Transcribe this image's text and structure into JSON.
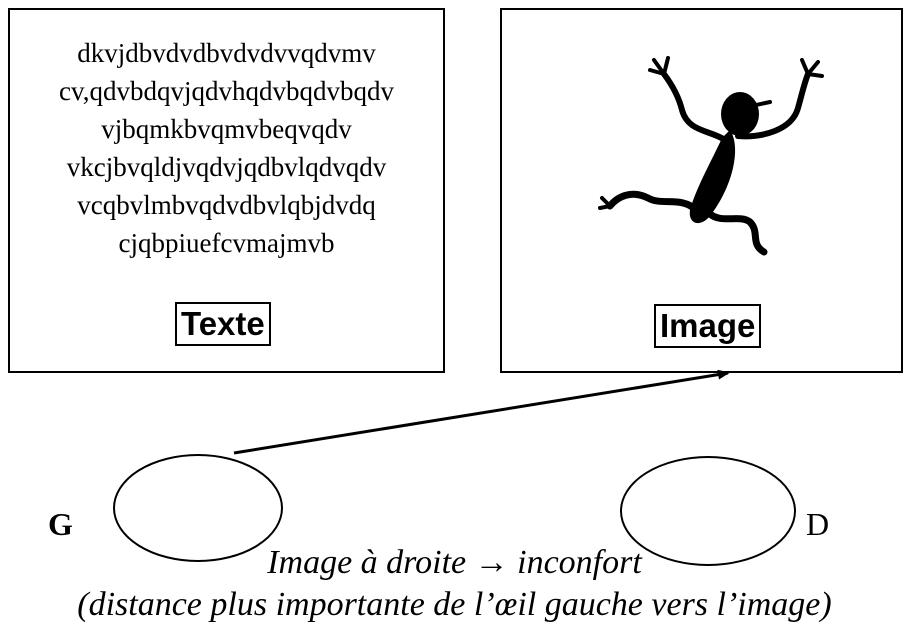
{
  "text_box": {
    "lines": [
      "dkvjdbvdvdbvdvdvvqdvmv",
      "cv,qdvbdqvjqdvhqdvbqdvbqdv",
      "vjbqmkbvqmvbeqvqdv",
      "vkcjbvqldjvqdvjqdbvlqdvqdv",
      "vcqbvlmbvqdvdbvlqbjdvdq",
      "cjqbpiuefcvmajmvb"
    ],
    "caption": "Texte"
  },
  "image_box": {
    "caption": "Image",
    "picture": "dancing-stick-figure-icon"
  },
  "eyes": {
    "left_label": "G",
    "right_label": "D"
  },
  "bottom": {
    "line1": "Image à droite → inconfort",
    "line2": "(distance plus importante de l’œil gauche vers l’image)"
  },
  "colors": {
    "stroke": "#000000",
    "background": "#ffffff"
  }
}
